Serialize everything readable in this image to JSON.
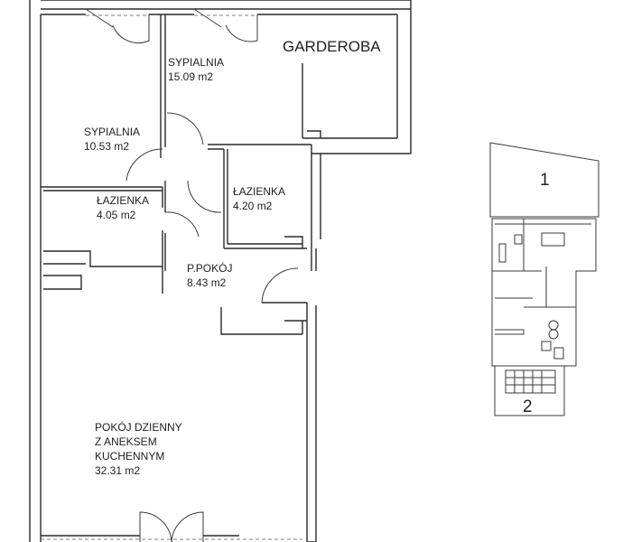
{
  "rooms": {
    "garderoba": {
      "name": "GARDEROBA"
    },
    "bedroom_large": {
      "name": "SYPIALNIA",
      "area": "15.09 m2"
    },
    "bedroom_small": {
      "name": "SYPIALNIA",
      "area": "10.53 m2"
    },
    "bathroom_left": {
      "name": "ŁAZIENKA",
      "area": "4.05 m2"
    },
    "bathroom_right": {
      "name": "ŁAZIENKA",
      "area": "4.20 m2"
    },
    "hall": {
      "name": "P.POKÓJ",
      "area": "8.43 m2"
    },
    "living": {
      "line1": "POKÓJ DZIENNY",
      "line2": "Z ANEKSEM",
      "line3": "KUCHENNYM",
      "area": "32.31 m2"
    }
  },
  "key_plan": {
    "label_1": "1",
    "label_2": "2"
  }
}
